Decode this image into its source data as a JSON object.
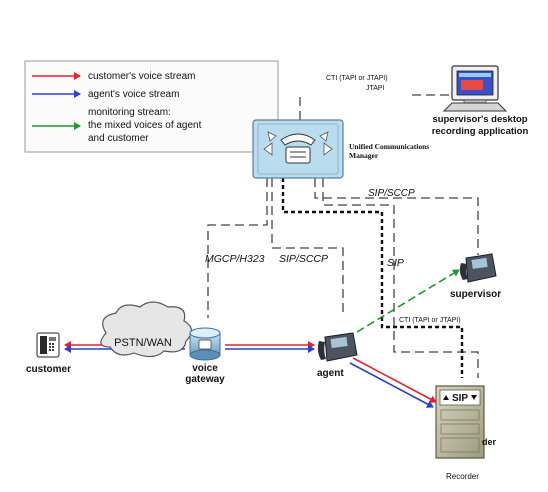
{
  "legend": {
    "customer_stream": "customer's voice stream",
    "agent_stream": "agent's voice stream",
    "monitoring_line1": "monitoring stream:",
    "monitoring_line2": "the mixed voices of agent",
    "monitoring_line3": "and customer"
  },
  "labels": {
    "cti_top": "CTI (TAPI or JTAPI)",
    "cti_top_tail": "JTAPI",
    "supervisor_app_line1": "supervisor's desktop",
    "supervisor_app_line2": "recording application",
    "ucm_line1": "Unified Communications",
    "ucm_line2": "Manager",
    "sip_sccp_top": "SIP/SCCP",
    "mgcp_h323": "MGCP/H323",
    "sip_sccp_mid": "SIP/SCCP",
    "sip": "SIP",
    "supervisor": "supervisor",
    "cti_mid": "CTI (TAPI or JTAPI)",
    "pstn": "PSTN/WAN",
    "customer": "customer",
    "gateway_line1": "voice",
    "gateway_line2": "gateway",
    "agent": "agent",
    "recorder_badge": "SIP",
    "recorder_tail": "der",
    "recorder": "Recorder"
  },
  "colors": {
    "customer_stream": "#e8202a",
    "agent_stream": "#2b3fd0",
    "monitoring_stream": "#1f9a2e",
    "signaling_line": "#444444",
    "ucm_body": "#b9dcef"
  }
}
